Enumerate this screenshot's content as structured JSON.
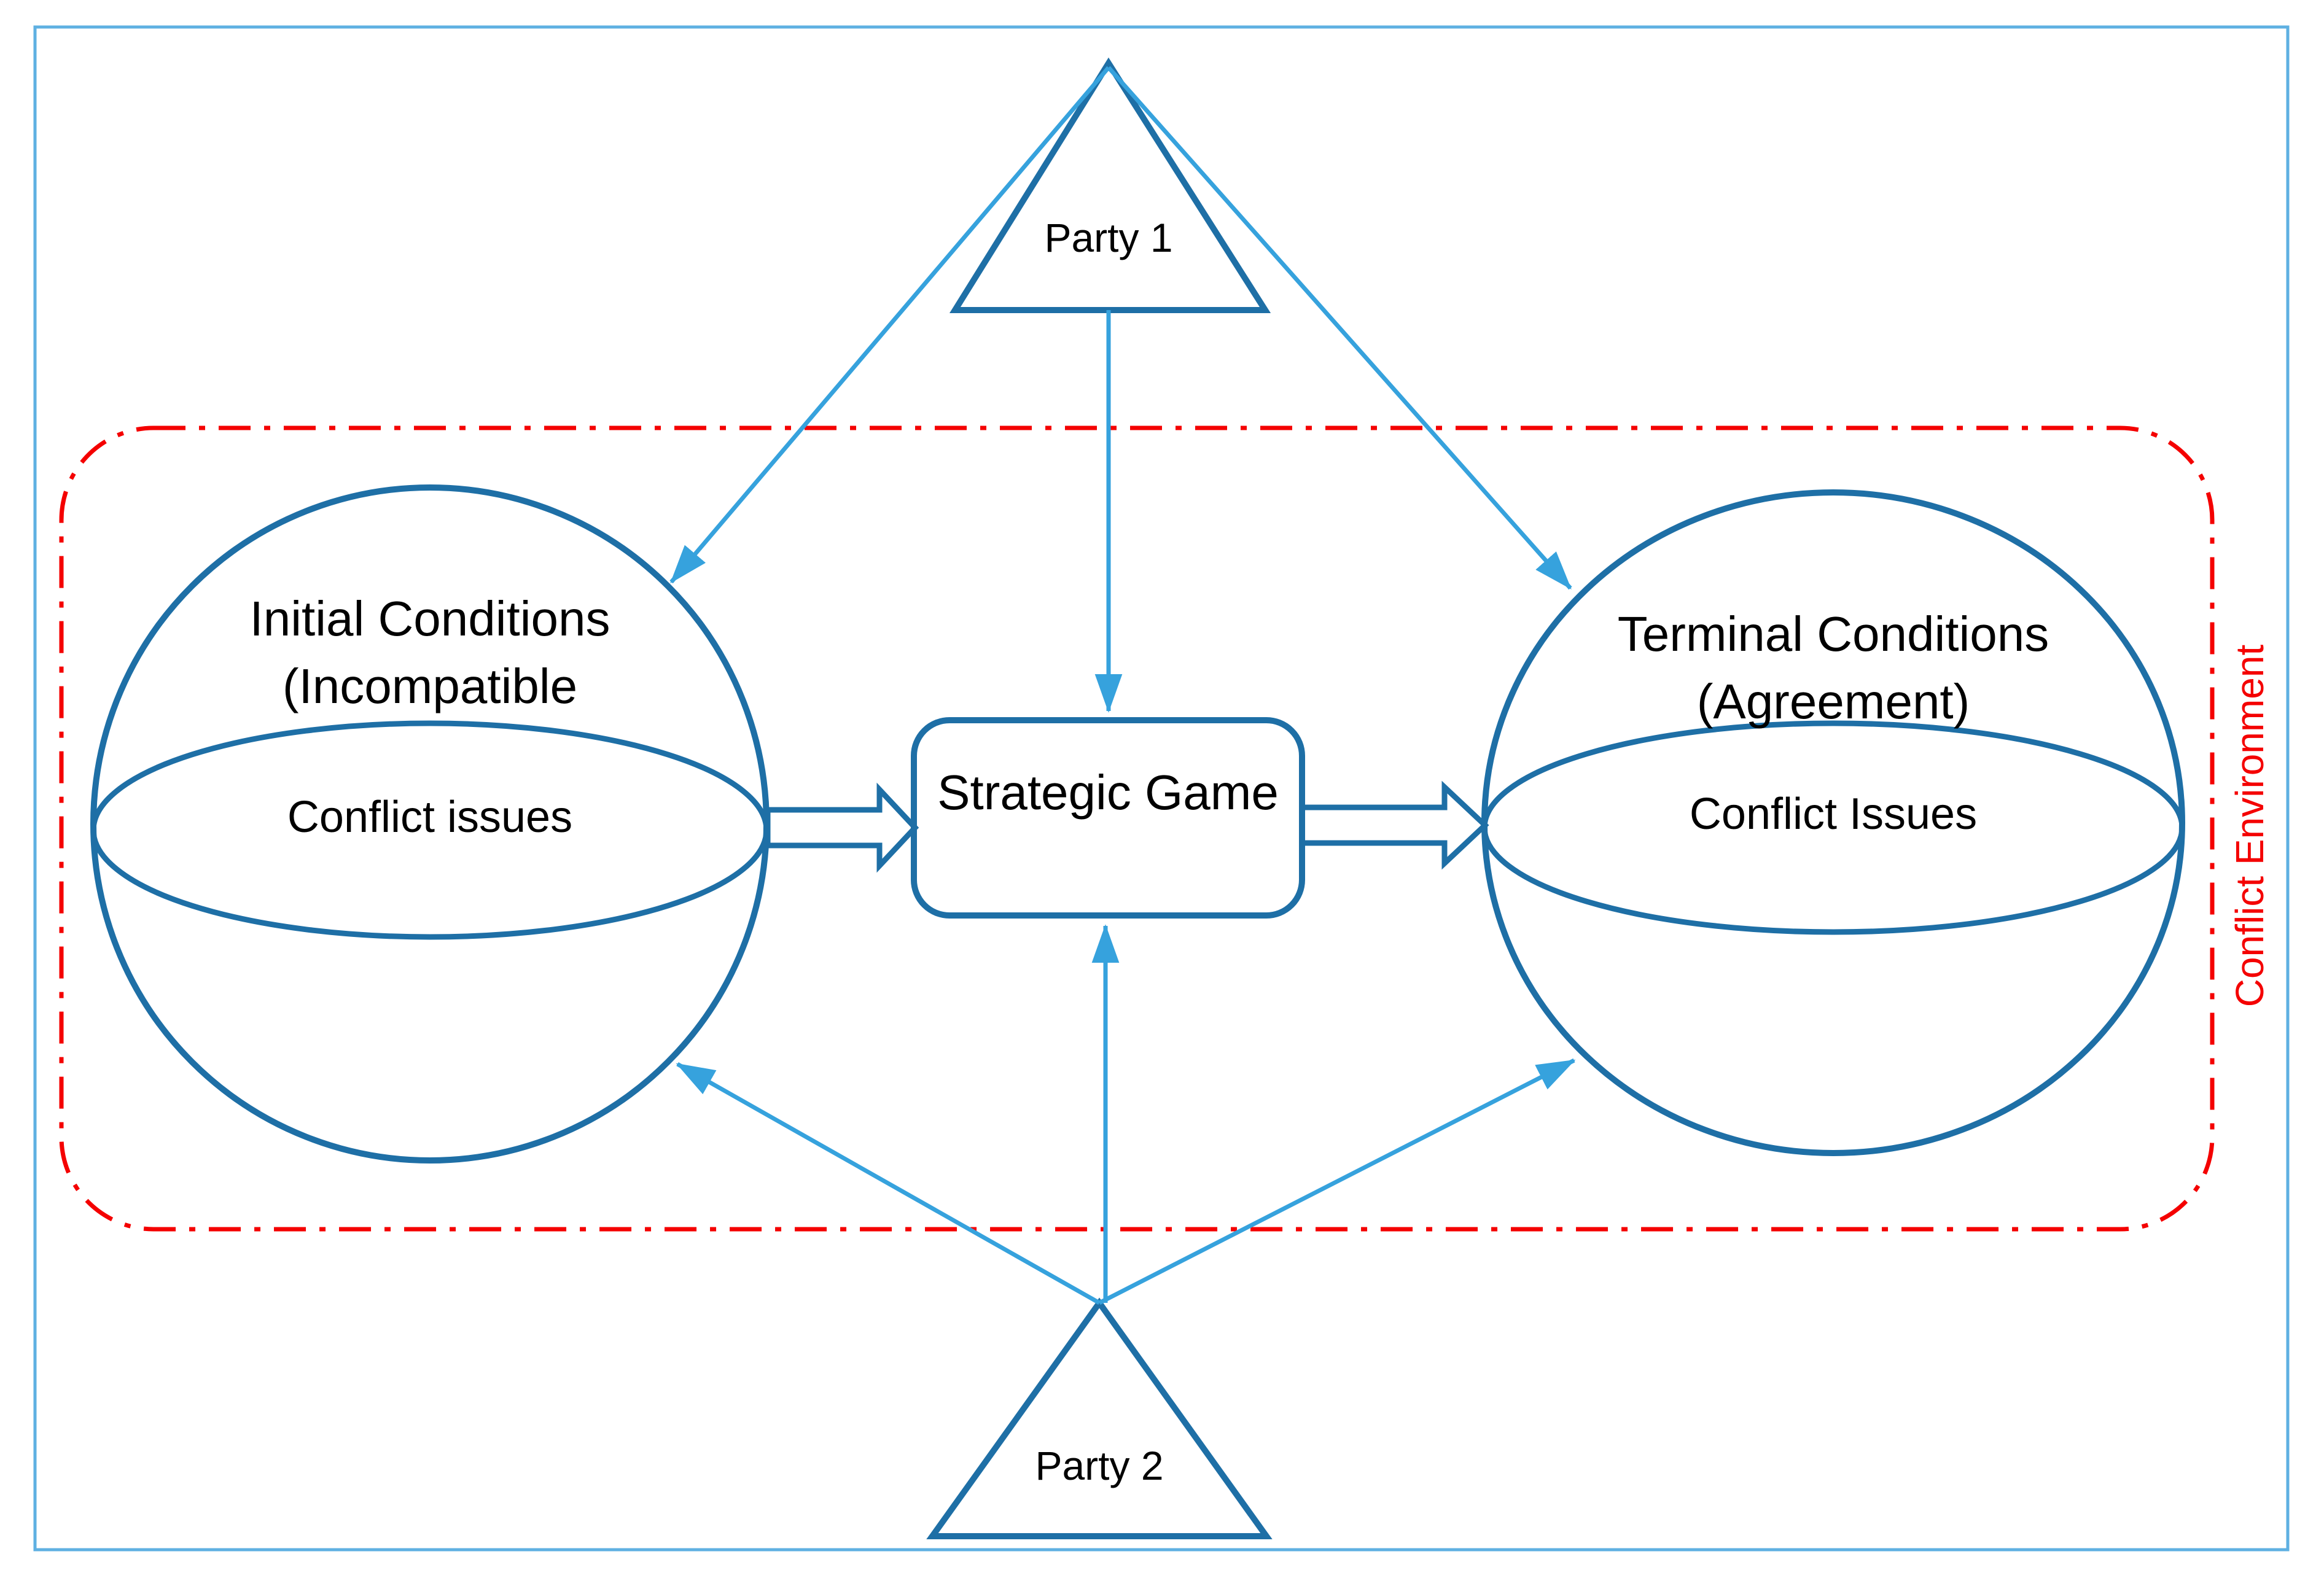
{
  "figure": {
    "environment": {
      "label": "Conflict Environment"
    },
    "party1": {
      "label": "Party 1"
    },
    "party2": {
      "label": "Party 2"
    },
    "left_sphere": {
      "title_line1": "Initial Conditions",
      "title_line2": "(Incompatible",
      "core_label": "Conflict issues"
    },
    "right_sphere": {
      "title_line1": "Terminal Conditions",
      "title_line2": "(Agreement)",
      "core_label": "Conflict Issues"
    },
    "strategic_game": {
      "label": "Strategic Game"
    },
    "colors": {
      "shape_stroke": "#1e6fa6",
      "arrow_blue": "#36a2dd",
      "frame_blue": "#5fb0e2",
      "environment_red": "#f40000",
      "text_color": "#000000"
    }
  }
}
